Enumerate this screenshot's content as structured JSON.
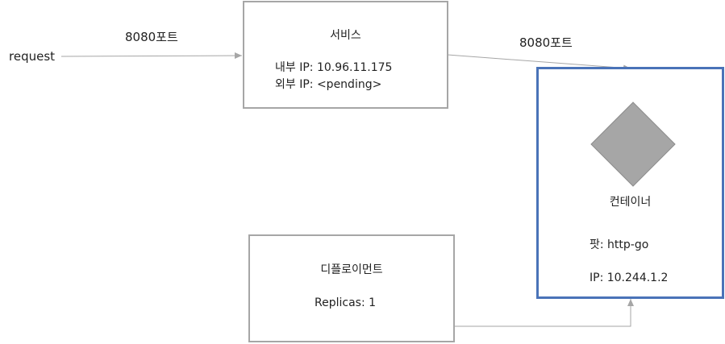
{
  "colors": {
    "box_border": "#a6a6a6",
    "container_border": "#4a73b8",
    "arrow": "#a6a6a6",
    "diamond": "#a6a6a6"
  },
  "request": {
    "label": "request",
    "port_label": "8080포트"
  },
  "service": {
    "title": "서비스",
    "internal_ip": "내부 IP: 10.96.11.175",
    "external_ip": "외부 IP: <pending>",
    "port_label": "8080포트"
  },
  "container": {
    "title": "컨테이너",
    "pod": "팟: http-go",
    "ip": "IP: 10.244.1.2",
    "icon": "diamond-icon"
  },
  "deployment": {
    "title": "디플로이먼트",
    "replicas": "Replicas: 1"
  }
}
